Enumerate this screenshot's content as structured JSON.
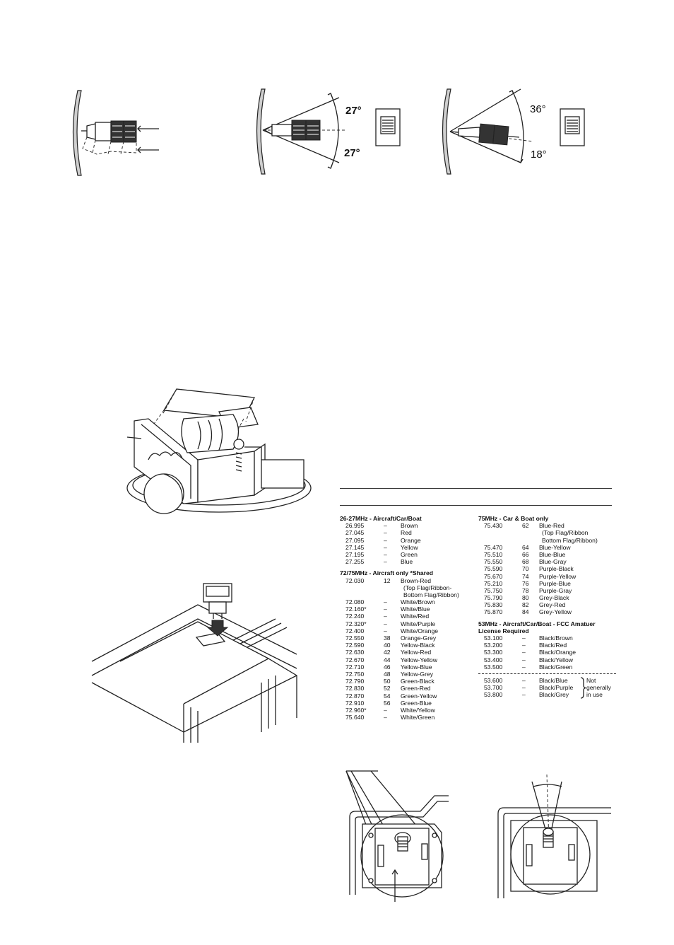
{
  "figures": {
    "angles": {
      "fig2_top": "27°",
      "fig2_bottom": "27°",
      "fig3_top": "36°",
      "fig3_bottom": "18°"
    }
  },
  "frequency_table": {
    "left_column": [
      {
        "heading": "26-27MHz - Aircraft/Car/Boat",
        "rows": [
          {
            "freq": "26.995",
            "ch": "–",
            "color": "Brown"
          },
          {
            "freq": "27.045",
            "ch": "–",
            "color": "Red"
          },
          {
            "freq": "27.095",
            "ch": "–",
            "color": "Orange"
          },
          {
            "freq": "27.145",
            "ch": "–",
            "color": "Yellow"
          },
          {
            "freq": "27.195",
            "ch": "–",
            "color": "Green"
          },
          {
            "freq": "27.255",
            "ch": "–",
            "color": "Blue"
          }
        ]
      },
      {
        "heading": "72/75MHz - Aircraft only *Shared",
        "rows": [
          {
            "freq": "72.030",
            "ch": "12",
            "color": "Brown-Red",
            "cont": [
              "(Top Flag/Ribbon-",
              "Bottom Flag/Ribbon)"
            ]
          },
          {
            "freq": "72.080",
            "ch": "–",
            "color": "White/Brown"
          },
          {
            "freq": "72.160*",
            "ch": "–",
            "color": "White/Blue"
          },
          {
            "freq": "72.240",
            "ch": "–",
            "color": "White/Red"
          },
          {
            "freq": "72.320*",
            "ch": "–",
            "color": "White/Purple"
          },
          {
            "freq": "72.400",
            "ch": "–",
            "color": "White/Orange"
          },
          {
            "freq": "72.550",
            "ch": "38",
            "color": "Orange-Grey"
          },
          {
            "freq": "72.590",
            "ch": "40",
            "color": "Yellow-Black"
          },
          {
            "freq": "72.630",
            "ch": "42",
            "color": "Yellow-Red"
          },
          {
            "freq": "72.670",
            "ch": "44",
            "color": "Yellow-Yellow"
          },
          {
            "freq": "72.710",
            "ch": "46",
            "color": "Yellow-Blue"
          },
          {
            "freq": "72.750",
            "ch": "48",
            "color": "Yellow-Grey"
          },
          {
            "freq": "72.790",
            "ch": "50",
            "color": "Green-Black"
          },
          {
            "freq": "72.830",
            "ch": "52",
            "color": "Green-Red"
          },
          {
            "freq": "72.870",
            "ch": "54",
            "color": "Green-Yellow"
          },
          {
            "freq": "72.910",
            "ch": "56",
            "color": "Green-Blue"
          },
          {
            "freq": "72.960*",
            "ch": "–",
            "color": "White/Yellow"
          },
          {
            "freq": "75.640",
            "ch": "–",
            "color": "White/Green"
          }
        ]
      }
    ],
    "right_column": [
      {
        "heading": "75MHz - Car & Boat only",
        "rows": [
          {
            "freq": "75.430",
            "ch": "62",
            "color": "Blue-Red",
            "cont": [
              "(Top Flag/Ribbon",
              "Bottom Flag/Ribbon)"
            ]
          },
          {
            "freq": "75.470",
            "ch": "64",
            "color": "Blue-Yellow"
          },
          {
            "freq": "75.510",
            "ch": "66",
            "color": "Blue-Blue"
          },
          {
            "freq": "75.550",
            "ch": "68",
            "color": "Blue-Gray"
          },
          {
            "freq": "75.590",
            "ch": "70",
            "color": "Purple-Black"
          },
          {
            "freq": "75.670",
            "ch": "74",
            "color": "Purple-Yellow"
          },
          {
            "freq": "75.210",
            "ch": "76",
            "color": "Purple-Blue"
          },
          {
            "freq": "75.750",
            "ch": "78",
            "color": "Purple-Gray"
          },
          {
            "freq": "75.790",
            "ch": "80",
            "color": "Grey-Black"
          },
          {
            "freq": "75.830",
            "ch": "82",
            "color": "Grey-Red"
          },
          {
            "freq": "75.870",
            "ch": "84",
            "color": "Grey-Yellow"
          }
        ]
      },
      {
        "heading": "53MHz - Aircraft/Car/Boat - FCC Amatuer",
        "heading2": "License Required",
        "rows": [
          {
            "freq": "53.100",
            "ch": "–",
            "color": "Black/Brown"
          },
          {
            "freq": "53.200",
            "ch": "–",
            "color": "Black/Red"
          },
          {
            "freq": "53.300",
            "ch": "–",
            "color": "Black/Orange"
          },
          {
            "freq": "53.400",
            "ch": "–",
            "color": "Black/Yellow"
          },
          {
            "freq": "53.500",
            "ch": "–",
            "color": "Black/Green"
          }
        ],
        "rows_after_dash": [
          {
            "freq": "53.600",
            "ch": "–",
            "color": "Black/Blue"
          },
          {
            "freq": "53.700",
            "ch": "–",
            "color": "Black/Purple"
          },
          {
            "freq": "53.800",
            "ch": "–",
            "color": "Black/Grey"
          }
        ],
        "note": [
          "Not",
          "generally",
          "in use"
        ]
      }
    ]
  }
}
